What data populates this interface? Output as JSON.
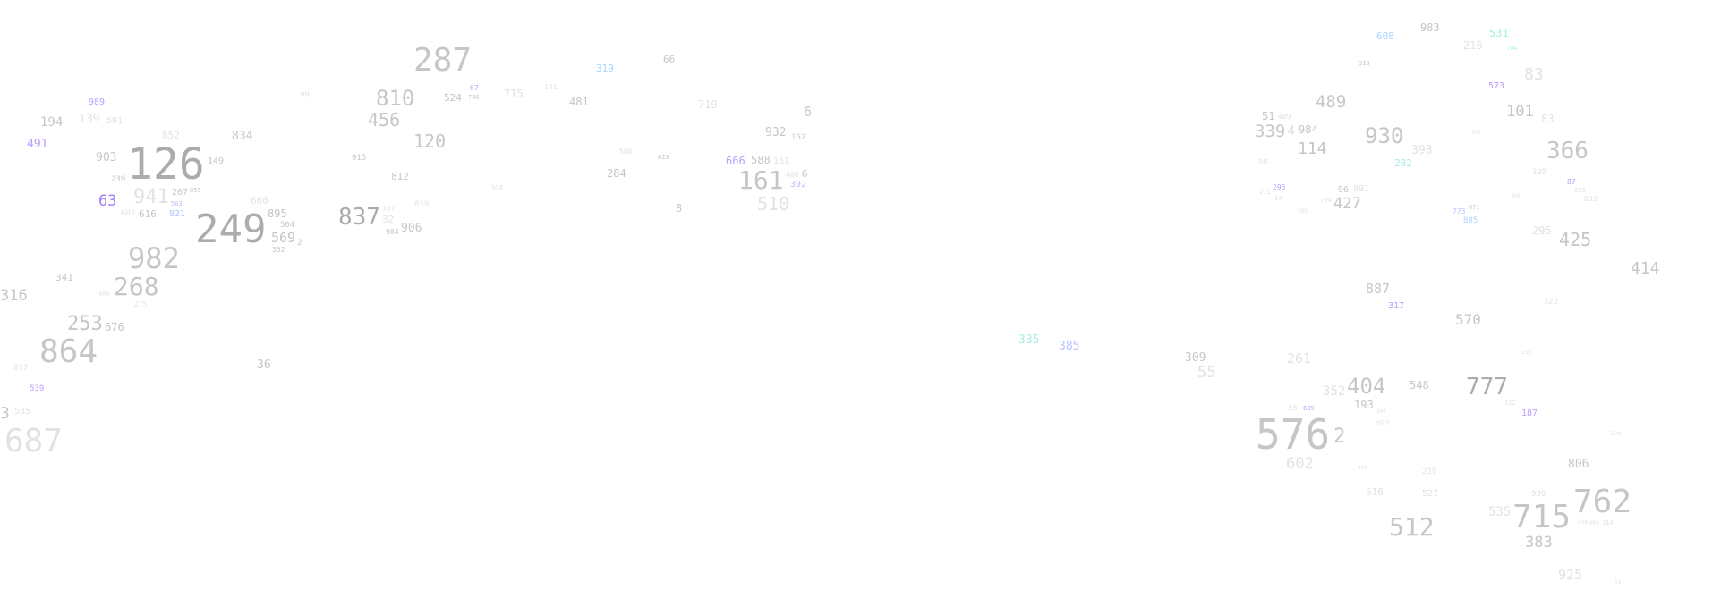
{
  "items": [
    "287",
    "810",
    "456",
    "120",
    "989",
    "99",
    "194",
    "139",
    "591",
    "126",
    "852",
    "834",
    "491",
    "903",
    "149",
    "941",
    "239",
    "602",
    "267",
    "855",
    "249",
    "660",
    "63",
    "563",
    "821",
    "616",
    "895",
    "982",
    "268",
    "504",
    "569",
    "2",
    "352",
    "341",
    "837",
    "32",
    "915",
    "812",
    "839",
    "337",
    "984",
    "906",
    "319",
    "66",
    "524",
    "67",
    "746",
    "715",
    "141",
    "481",
    "719",
    "6",
    "932",
    "162",
    "506",
    "823",
    "284",
    "666",
    "588",
    "161",
    "161",
    "406",
    "392",
    "6",
    "510",
    "8",
    "304",
    "983",
    "608",
    "531",
    "216",
    "704",
    "913",
    "83",
    "573",
    "489",
    "101",
    "83",
    "51",
    "409",
    "339",
    "4",
    "984",
    "930",
    "114",
    "393",
    "549",
    "366",
    "98",
    "282",
    "395",
    "87",
    "226",
    "833",
    "211",
    "295",
    "14",
    "794",
    "96",
    "427",
    "585",
    "466",
    "671",
    "773",
    "885",
    "295",
    "425",
    "414",
    "316",
    "404",
    "275",
    "676",
    "864",
    "253",
    "837",
    "539",
    "36",
    "3",
    "585",
    "687",
    "887",
    "317",
    "322",
    "570",
    "309",
    "55",
    "261",
    "153",
    "352",
    "404",
    "548",
    "777",
    "122",
    "193",
    "360",
    "692",
    "187",
    "576",
    "689",
    "602",
    "55",
    "2",
    "528",
    "403",
    "239",
    "806",
    "516",
    "527",
    "512",
    "535",
    "715",
    "930",
    "762",
    "661",
    "848",
    "314",
    "383",
    "925",
    "53",
    "335",
    "385",
    "891"
  ],
  "colors": {
    "grey": "#c6c6c6",
    "dark_grey": "#acacac",
    "light_grey": "#e2e2e2",
    "purple": "#bc9eff",
    "blue": "#b8c2ff",
    "cyan": "#a6eee0",
    "sky": "#a8d4ff"
  }
}
